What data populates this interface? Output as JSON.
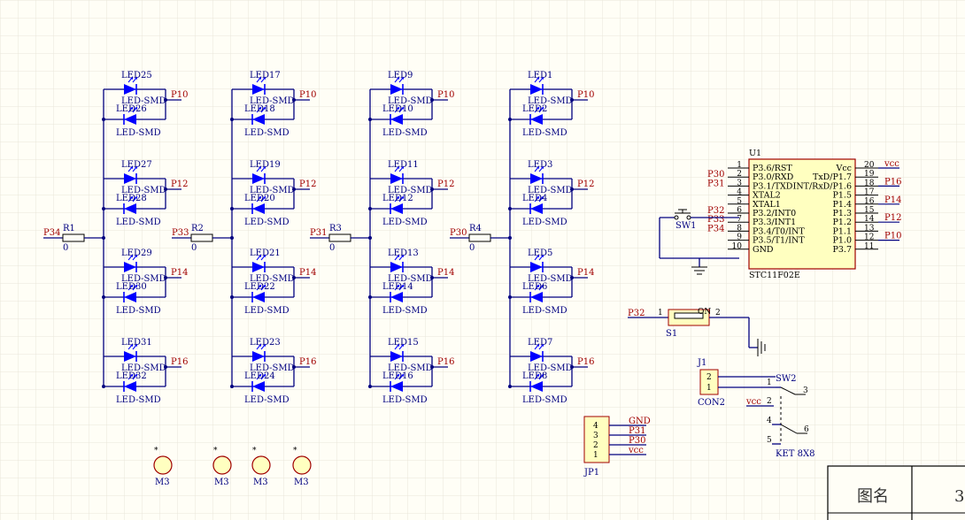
{
  "led_groups": [
    {
      "resistor": "R1",
      "res_value": "0",
      "drive_net": "P34",
      "pairs": [
        {
          "top": "LED25",
          "bottom": "LED26",
          "net": "P10"
        },
        {
          "top": "LED27",
          "bottom": "LED28",
          "net": "P12"
        },
        {
          "top": "LED29",
          "bottom": "LED30",
          "net": "P14"
        },
        {
          "top": "LED31",
          "bottom": "LED32",
          "net": "P16"
        }
      ]
    },
    {
      "resistor": "R2",
      "res_value": "0",
      "drive_net": "P33",
      "pairs": [
        {
          "top": "LED17",
          "bottom": "LED18",
          "net": "P10"
        },
        {
          "top": "LED19",
          "bottom": "LED20",
          "net": "P12"
        },
        {
          "top": "LED21",
          "bottom": "LED22",
          "net": "P14"
        },
        {
          "top": "LED23",
          "bottom": "LED24",
          "net": "P16"
        }
      ]
    },
    {
      "resistor": "R3",
      "res_value": "0",
      "drive_net": "P31",
      "pairs": [
        {
          "top": "LED9",
          "bottom": "LED10",
          "net": "P10"
        },
        {
          "top": "LED11",
          "bottom": "LED12",
          "net": "P12"
        },
        {
          "top": "LED13",
          "bottom": "LED14",
          "net": "P14"
        },
        {
          "top": "LED15",
          "bottom": "LED16",
          "net": "P16"
        }
      ]
    },
    {
      "resistor": "R4",
      "res_value": "0",
      "drive_net": "P30",
      "pairs": [
        {
          "top": "LED1",
          "bottom": "LED2",
          "net": "P10"
        },
        {
          "top": "LED3",
          "bottom": "LED4",
          "net": "P12"
        },
        {
          "top": "LED5",
          "bottom": "LED6",
          "net": "P14"
        },
        {
          "top": "LED7",
          "bottom": "LED8",
          "net": "P16"
        }
      ]
    }
  ],
  "led_type": "LED-SMD",
  "mcu": {
    "ref": "U1",
    "part": "STC11F02E",
    "left_pins": [
      {
        "num": "1",
        "name": "P3.6/RST",
        "net": ""
      },
      {
        "num": "2",
        "name": "P3.0/RXD",
        "net": "P30"
      },
      {
        "num": "3",
        "name": "P3.1/TXD",
        "net": "P31"
      },
      {
        "num": "4",
        "name": "XTAL2",
        "net": ""
      },
      {
        "num": "5",
        "name": "XTAL1",
        "net": ""
      },
      {
        "num": "6",
        "name": "P3.2/INT0",
        "net": "P32"
      },
      {
        "num": "7",
        "name": "P3.3/INT1",
        "net": "P33"
      },
      {
        "num": "8",
        "name": "P3.4/T0/INT",
        "net": "P34"
      },
      {
        "num": "9",
        "name": "P3.5/T1/INT",
        "net": ""
      },
      {
        "num": "10",
        "name": "GND",
        "net": ""
      }
    ],
    "right_pins": [
      {
        "num": "20",
        "name": "Vcc",
        "net": "vcc"
      },
      {
        "num": "19",
        "name": "TxD/P1.7",
        "net": ""
      },
      {
        "num": "18",
        "name": "INT/RxD/P1.6",
        "net": "P16"
      },
      {
        "num": "17",
        "name": "P1.5",
        "net": ""
      },
      {
        "num": "16",
        "name": "P1.4",
        "net": "P14"
      },
      {
        "num": "15",
        "name": "P1.3",
        "net": ""
      },
      {
        "num": "14",
        "name": "P1.2",
        "net": "P12"
      },
      {
        "num": "13",
        "name": "P1.1",
        "net": ""
      },
      {
        "num": "12",
        "name": "P1.0",
        "net": "P10"
      },
      {
        "num": "11",
        "name": "P3.7",
        "net": ""
      }
    ]
  },
  "sw1": {
    "ref": "SW1",
    "net": "P32"
  },
  "s1": {
    "ref": "S1",
    "net": "P32",
    "pin1": "1",
    "pin2": "2",
    "state": "ON"
  },
  "j1": {
    "ref": "J1",
    "part": "CON2",
    "pins": [
      "2",
      "1"
    ]
  },
  "sw2": {
    "ref": "SW2",
    "part": "KET 8X8",
    "net": "vcc",
    "pins": [
      "1",
      "2",
      "3",
      "4",
      "5",
      "6"
    ]
  },
  "jp1": {
    "ref": "JP1",
    "pins": [
      {
        "num": "4",
        "net": "GND"
      },
      {
        "num": "3",
        "net": "P31"
      },
      {
        "num": "2",
        "net": "P30"
      },
      {
        "num": "1",
        "net": "vcc"
      }
    ]
  },
  "mounting_holes": [
    {
      "ref": "M3",
      "mark": "*"
    },
    {
      "ref": "M3",
      "mark": "*"
    },
    {
      "ref": "M3",
      "mark": "*"
    },
    {
      "ref": "M3",
      "mark": "*"
    }
  ],
  "title_block": {
    "label": "图名",
    "value": "3"
  },
  "colors": {
    "wire": "#000080",
    "led": "#0000ff",
    "net_label": "#a00000",
    "chip_fill": "#ffffc0",
    "chip_border": "#a00000",
    "sheet": "#fffef6",
    "grid": "#e8e6da"
  }
}
